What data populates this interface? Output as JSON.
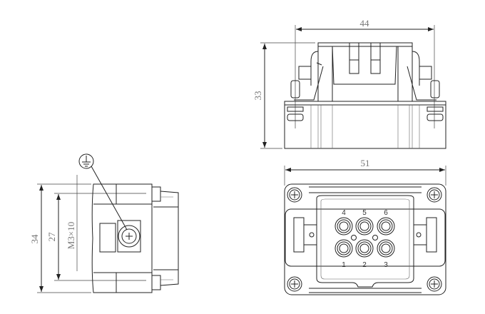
{
  "drawing": {
    "top_view": {
      "width_dim": "44",
      "height_dim": "33"
    },
    "front_view": {
      "width_dim": "51",
      "pin_labels_top": [
        "4",
        "5",
        "6"
      ],
      "pin_labels_bottom": [
        "1",
        "2",
        "3"
      ]
    },
    "side_view": {
      "height_dim": "34",
      "inner_dim": "27",
      "screw_spec": "M3×10",
      "earth_symbol": "ground-icon"
    },
    "colors": {
      "line": "#222222",
      "dimension_text": "#777777"
    }
  }
}
